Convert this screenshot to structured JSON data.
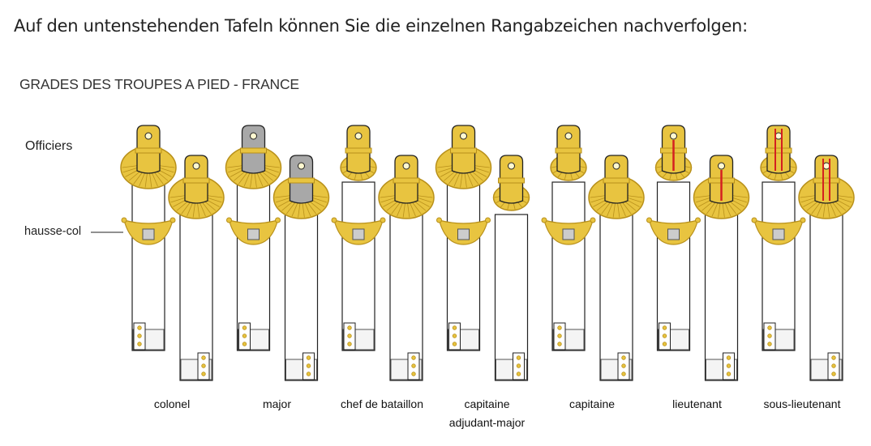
{
  "intro_text": "Auf den untenstehenden Tafeln können Sie die einzelnen Rangabzeichen nachverfolgen:",
  "figure": {
    "title": "GRADES DES TROUPES A PIED - FRANCE",
    "section_label": "Officiers",
    "hausse_col_label": "hausse-col",
    "colors": {
      "gold": "#e8c440",
      "gold_dark": "#b8901a",
      "silver": "#a8a8a8",
      "red": "#d42020",
      "outline": "#222222"
    },
    "grades": [
      {
        "label": "colonel",
        "label2": "",
        "strap": "gold",
        "left_fringe": "large",
        "right_fringe": "large",
        "stripes": 0
      },
      {
        "label": "major",
        "label2": "",
        "strap": "silver",
        "left_fringe": "large",
        "right_fringe": "large",
        "stripes": 0
      },
      {
        "label": "chef de bataillon",
        "label2": "",
        "strap": "gold",
        "left_fringe": "small",
        "right_fringe": "large",
        "stripes": 0
      },
      {
        "label": "capitaine",
        "label2": "adjudant-major",
        "strap": "gold",
        "left_fringe": "large",
        "right_fringe": "small",
        "stripes": 0
      },
      {
        "label": "capitaine",
        "label2": "",
        "strap": "gold",
        "left_fringe": "small",
        "right_fringe": "large",
        "stripes": 0
      },
      {
        "label": "lieutenant",
        "label2": "",
        "strap": "gold",
        "left_fringe": "small",
        "right_fringe": "large",
        "stripes": 1
      },
      {
        "label": "sous-lieutenant",
        "label2": "",
        "strap": "gold",
        "left_fringe": "small",
        "right_fringe": "large",
        "stripes": 2
      }
    ]
  }
}
